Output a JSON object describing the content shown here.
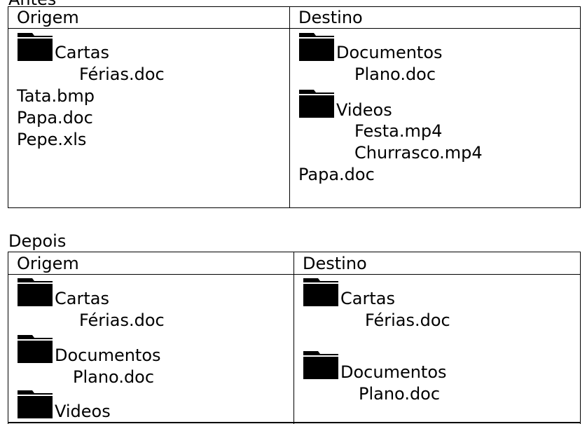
{
  "sections": {
    "antes": {
      "title": "Antes",
      "origem": {
        "header": "Origem",
        "folders": [
          {
            "name": "Cartas",
            "files": [
              "Férias.doc"
            ]
          }
        ],
        "files": [
          "Tata.bmp",
          "Papa.doc",
          "Pepe.xls"
        ]
      },
      "destino": {
        "header": "Destino",
        "folders": [
          {
            "name": "Documentos",
            "files": [
              "Plano.doc"
            ]
          },
          {
            "name": "Videos",
            "files": [
              "Festa.mp4",
              "Churrasco.mp4"
            ]
          }
        ],
        "files": [
          "Papa.doc"
        ]
      }
    },
    "depois": {
      "title": "Depois",
      "origem": {
        "header": "Origem",
        "folders": [
          {
            "name": "Cartas",
            "files": [
              "Férias.doc"
            ]
          },
          {
            "name": "Documentos",
            "files": [
              "Plano.doc"
            ]
          },
          {
            "name": "Videos",
            "files": []
          }
        ]
      },
      "destino": {
        "header": "Destino",
        "folders": [
          {
            "name": "Cartas",
            "files": [
              "Férias.doc"
            ]
          },
          {
            "name": "Documentos",
            "files": [
              "Plano.doc"
            ]
          }
        ]
      }
    }
  },
  "icon": "folder-icon"
}
